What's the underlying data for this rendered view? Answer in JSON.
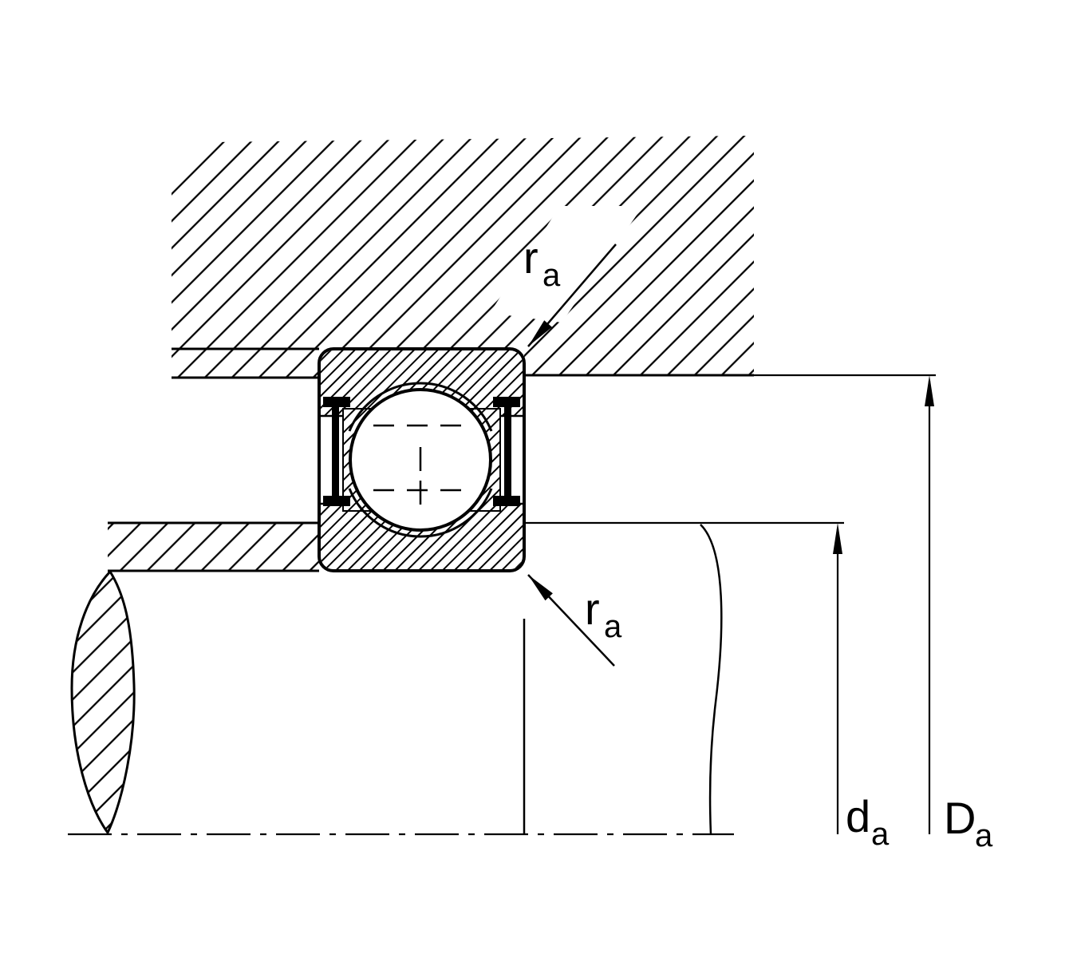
{
  "diagram": {
    "type": "bearing-mounting-cross-section",
    "labels": {
      "ra_top": {
        "main": "r",
        "sub": "a"
      },
      "ra_bottom": {
        "main": "r",
        "sub": "a"
      },
      "da": {
        "main": "d",
        "sub": "a"
      },
      "Da": {
        "main": "D",
        "sub": "a"
      }
    },
    "colors": {
      "line": "#000000",
      "background": "#ffffff"
    }
  }
}
